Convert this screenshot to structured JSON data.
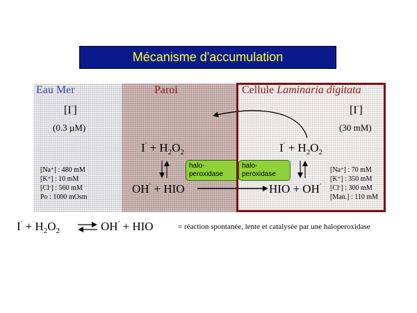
{
  "title": "Mécanisme d'accumulation",
  "zones": {
    "sea": {
      "title": "Eau Mer",
      "iodide": "[I-]",
      "concentration": "(0.3 µM)",
      "ions": [
        "[Na+] : 480 mM",
        "[K+] : 10 mM",
        "[Cl-] : 560 mM",
        "Po : 1000 mOsm"
      ]
    },
    "wall": {
      "title": "Paroi",
      "reaction_top": "I- + H2O2",
      "reaction_bottom": "OH- + HIO"
    },
    "cell": {
      "title_plain": "Cellule",
      "title_italic": "Laminaria digitata",
      "iodide": "[I-]",
      "concentration": "(30 mM)",
      "reaction_top": "I- + H2O2",
      "reaction_bottom": "HIO + OH-",
      "ions": [
        "[Na+] : 70 mM",
        "[K+] : 350 mM",
        "[Cl-] : 300 mM",
        "[Man.] : 110 mM"
      ]
    }
  },
  "enzymes": [
    {
      "line1": "halo-",
      "line2": "peroxidase"
    },
    {
      "line1": "halo-",
      "line2": "peroxidase"
    }
  ],
  "bottom": {
    "equation": "I- + H2O2 ⇄ OH- + HIO",
    "note": "= réaction spontanée, lente et catalysée par une haloperoxidase"
  },
  "colors": {
    "title_bg": "#0a1a8c",
    "title_text": "#ffff33",
    "cell_border": "#7a1010",
    "wall_bg": "#cbb7b4",
    "enzyme_bg": "#8fd13a",
    "sea_title": "#3a44a0",
    "zone_title_red": "#8a1a1a"
  }
}
